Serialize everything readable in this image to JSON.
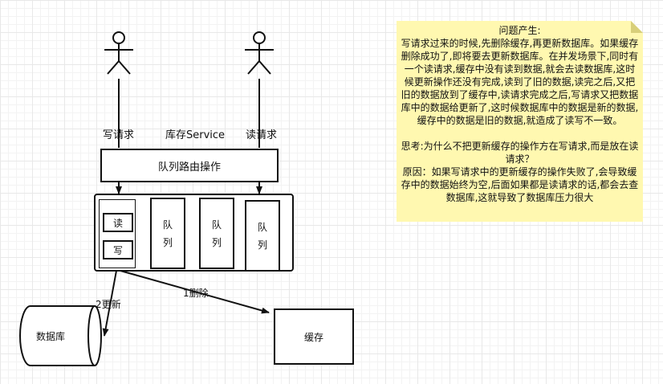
{
  "labels": {
    "write_request": "写请求",
    "inventory_service": "库存Service",
    "read_request": "读请求",
    "queue_routing": "队列路由操作",
    "read_op": "读",
    "write_op": "写",
    "queue_1": "队\n列",
    "queue_2": "队\n列",
    "queue_3": "队\n列",
    "edge_update": "2更新",
    "edge_delete": "1删除",
    "database": "数据库",
    "cache": "缓存"
  },
  "note": {
    "title": "问题产生:",
    "body": "写请求过来的时候,先删除缓存,再更新数据库。如果缓存删除成功了,即将要去更新数据库。在并发场景下,同时有一个读请求,缓存中没有读到数据,就会去读数据库,这时候更新操作还没有完成,读到了旧的数据,读完之后,又把旧的数据放到了缓存中,读请求完成之后,写请求又把数据库中的数据给更新了,这时候数据库中的数据是新的数据,缓存中的数据是旧的数据,就造成了读写不一致。",
    "question": "思考:为什么不把更新缓存的操作方在写请求,而是放在读请求？",
    "reason": "原因：如果写请求中的更新缓存的操作失败了,会导致缓存中的数据始终为空,后面如果都是读请求的话,都会去查数据库,这就导致了数据库压力很大"
  }
}
